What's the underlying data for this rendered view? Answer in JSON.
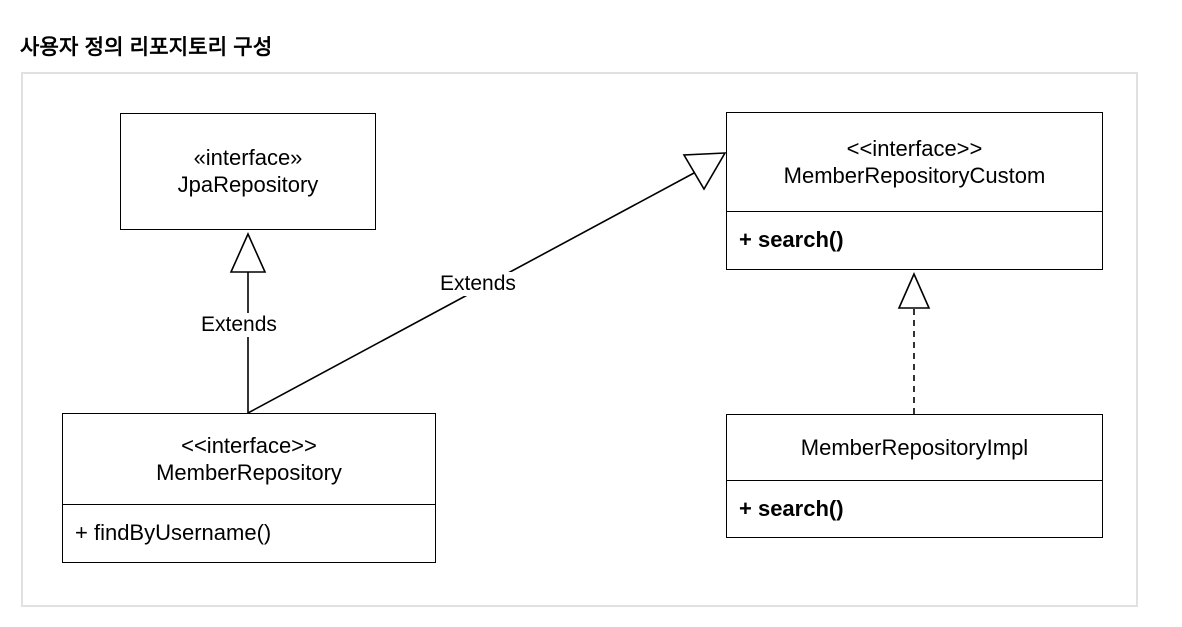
{
  "heading": "사용자 정의 리포지토리 구성",
  "boxes": {
    "jpa_repository": {
      "stereotype": "«interface»",
      "name": "JpaRepository"
    },
    "member_repository_custom": {
      "stereotype": "<<interface>>",
      "name": "MemberRepositoryCustom",
      "operation": "+ search()"
    },
    "member_repository": {
      "stereotype": "<<interface>>",
      "name": "MemberRepository",
      "operation": "+ findByUsername()"
    },
    "member_repository_impl": {
      "name": "MemberRepositoryImpl",
      "operation": "+ search()"
    }
  },
  "relations": {
    "member_to_jpa": {
      "label": "Extends",
      "kind": "generalization"
    },
    "member_to_custom": {
      "label": "Extends",
      "kind": "generalization"
    },
    "impl_to_custom": {
      "label": "",
      "kind": "realization"
    }
  }
}
